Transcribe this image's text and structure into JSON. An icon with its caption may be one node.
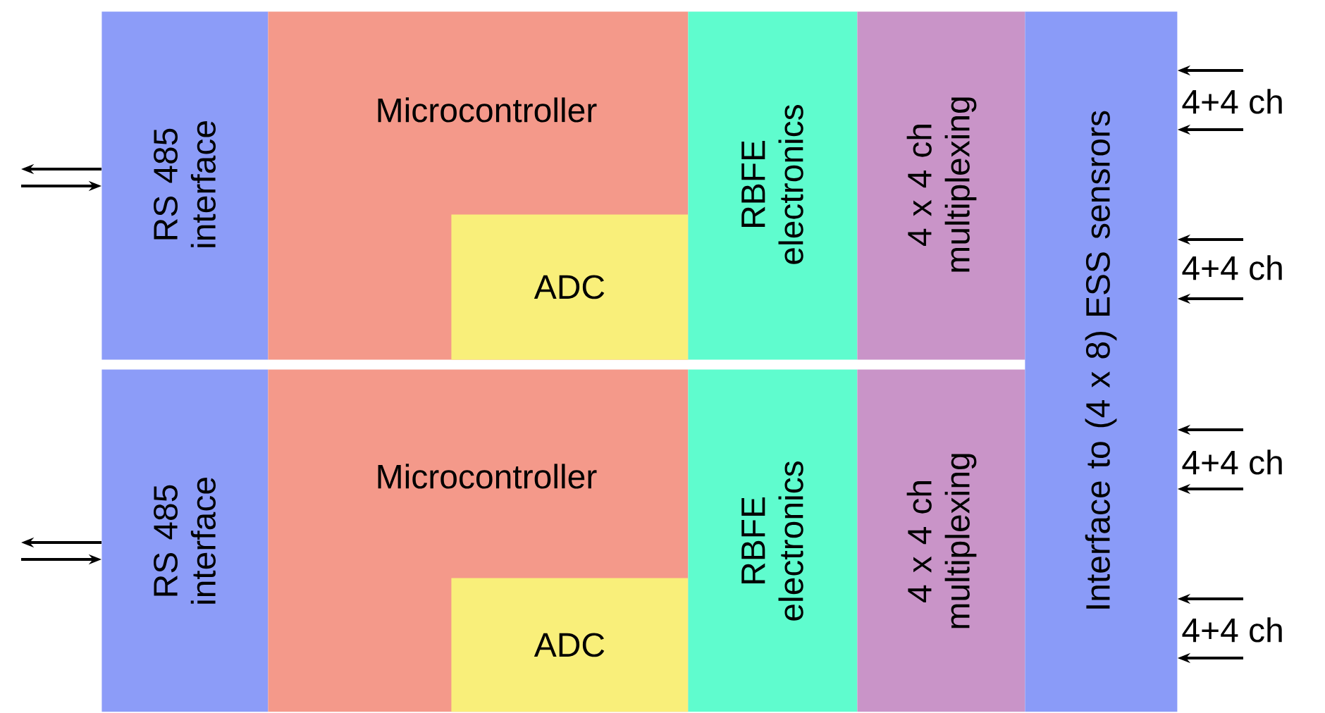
{
  "diagram": {
    "nodes": [
      {
        "text": [
          "RS 485 interface"
        ]
      },
      {
        "text": [
          "Microcontroller"
        ]
      },
      {
        "text": [
          "ADC"
        ],
        "in": 1
      },
      {
        "text": [
          "RBFE electronics"
        ]
      },
      {
        "text": [
          "4 x 4 ch multiplexing"
        ]
      },
      {
        "text": [
          "RS 485 interface"
        ]
      },
      {
        "text": [
          "Microcontroller"
        ]
      },
      {
        "text": [
          "ADC"
        ],
        "in": 6
      },
      {
        "text": [
          "RBFE electronics"
        ]
      },
      {
        "text": [
          "4 x 4 ch multiplexing"
        ]
      },
      {
        "text": [
          "Interface to (4 x 8) ESS sensrors"
        ]
      }
    ],
    "edges": [
      {
        "from": 0,
        "to": null,
        "arrow": "to"
      },
      {
        "from": null,
        "to": 0,
        "arrow": "to"
      },
      {
        "from": 5,
        "to": null,
        "arrow": "to"
      },
      {
        "from": null,
        "to": 5,
        "arrow": "to"
      },
      {
        "from": null,
        "to": 10,
        "arrow": "to"
      },
      {
        "from": null,
        "to": 10,
        "arrow": "to"
      },
      {
        "from": null,
        "to": 10,
        "arrow": "to"
      },
      {
        "from": null,
        "to": 10,
        "arrow": "to"
      },
      {
        "from": null,
        "to": 10,
        "arrow": "to"
      },
      {
        "from": null,
        "to": 10,
        "arrow": "to"
      },
      {
        "from": null,
        "to": 10,
        "arrow": "to"
      },
      {
        "from": null,
        "to": 10,
        "arrow": "to"
      }
    ],
    "labels": [
      "4+4 ch",
      "4+4 ch",
      "4+4 ch",
      "4+4 ch"
    ]
  }
}
